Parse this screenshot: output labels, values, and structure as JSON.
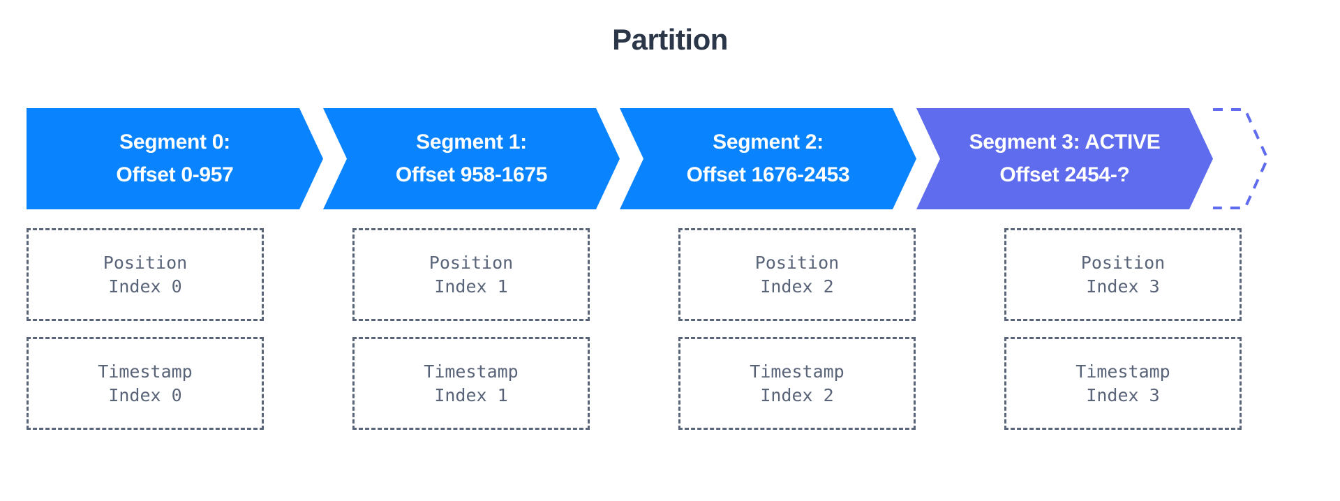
{
  "title": "Partition",
  "colors": {
    "segment_fill": "#0984fe",
    "segment_active_fill": "#5f6ced",
    "ghost_outline": "#5f6ced",
    "title_text": "#2b3648",
    "box_border": "#5a6478",
    "box_text": "#5a6478",
    "segment_text": "#ffffff",
    "background": "#ffffff"
  },
  "segments": [
    {
      "name": "Segment 0:",
      "offset": "Offset 0-957",
      "state": "closed",
      "fill": "#0984fe"
    },
    {
      "name": "Segment 1:",
      "offset": "Offset 958-1675",
      "state": "closed",
      "fill": "#0984fe"
    },
    {
      "name": "Segment 2:",
      "offset": "Offset 1676-2453",
      "state": "closed",
      "fill": "#0984fe"
    },
    {
      "name": "Segment 3: ACTIVE",
      "offset": "Offset 2454-?",
      "state": "active",
      "fill": "#5f6ced"
    }
  ],
  "future_segment": {
    "label": "",
    "style": "dashed-outline",
    "color": "#5f6ced"
  },
  "position_indexes": [
    {
      "line1": "Position",
      "line2": "Index 0"
    },
    {
      "line1": "Position",
      "line2": "Index 1"
    },
    {
      "line1": "Position",
      "line2": "Index 2"
    },
    {
      "line1": "Position",
      "line2": "Index 3"
    }
  ],
  "timestamp_indexes": [
    {
      "line1": "Timestamp",
      "line2": "Index 0"
    },
    {
      "line1": "Timestamp",
      "line2": "Index 1"
    },
    {
      "line1": "Timestamp",
      "line2": "Index 2"
    },
    {
      "line1": "Timestamp",
      "line2": "Index 3"
    }
  ]
}
